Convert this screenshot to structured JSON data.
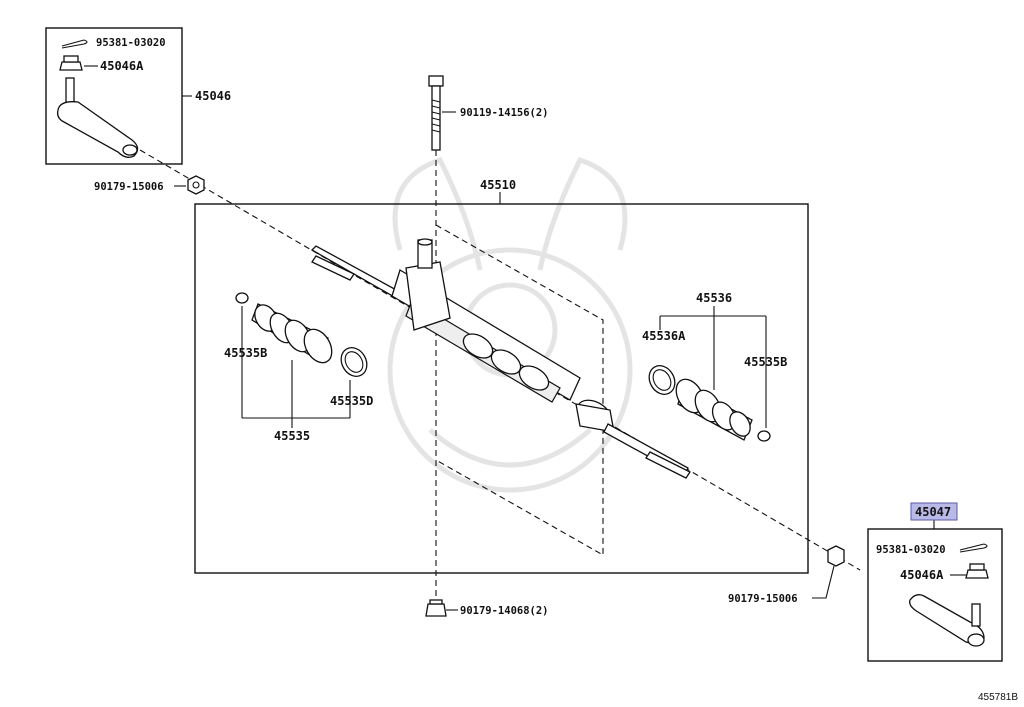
{
  "labels": {
    "tie_rod_end_lh": "45046",
    "nut_lh": "45046A",
    "cotter_pin_lh": "95381-03020",
    "lock_nut_lh": "90179-15006",
    "bolt": "90119-14156(2)",
    "rack_assy": "45510",
    "boot_set_lh": "45535",
    "clamp_lh": "45535B",
    "band_lh": "45535D",
    "boot_set_rh": "45536",
    "band_rh": "45536A",
    "clamp_rh": "45535B",
    "nut_bottom": "90179-14068(2)",
    "lock_nut_rh": "90179-15006",
    "tie_rod_end_rh": "45047",
    "nut_rh": "45046A",
    "cotter_pin_rh": "95381-03020"
  },
  "diagram_ref": "455781B",
  "highlight_color": "#b9b9e8"
}
